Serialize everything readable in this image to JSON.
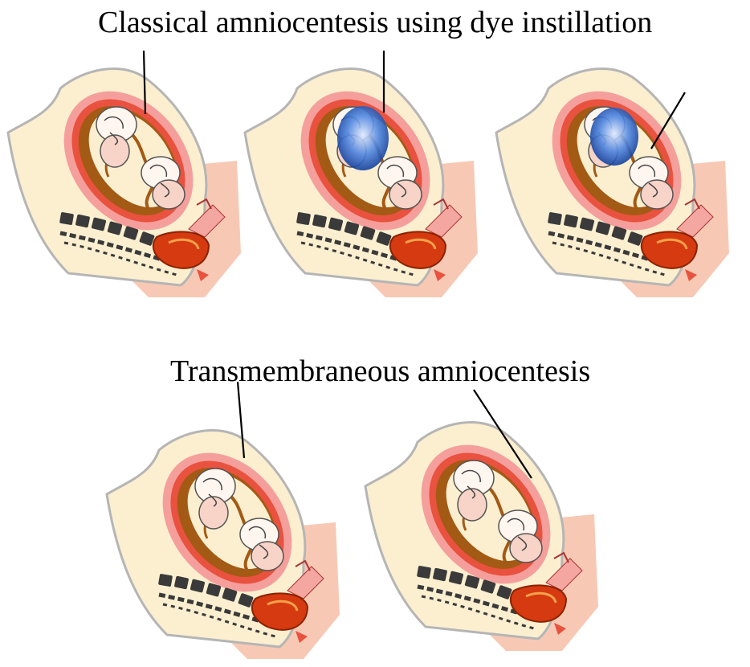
{
  "headings": {
    "top": "Classical amniocentesis using dye instillation",
    "bottom": "Transmembraneous amniocentesis"
  },
  "colors": {
    "background": "#ffffff",
    "skin": "#fbefd0",
    "skin_shadow": "#f7c9b4",
    "uterus_wall": "#e8523f",
    "placenta": "#a35a14",
    "fetus": "#f7d3c8",
    "spine": "#3a3a3a",
    "bladder": "#d63a10",
    "dye": "#1f57b8",
    "needle": "#000000"
  },
  "panels": [
    {
      "id": "top-1",
      "dye": false
    },
    {
      "id": "top-2",
      "dye": true
    },
    {
      "id": "top-3",
      "dye": true
    },
    {
      "id": "bottom-1",
      "dye": false
    },
    {
      "id": "bottom-2",
      "dye": false
    }
  ]
}
